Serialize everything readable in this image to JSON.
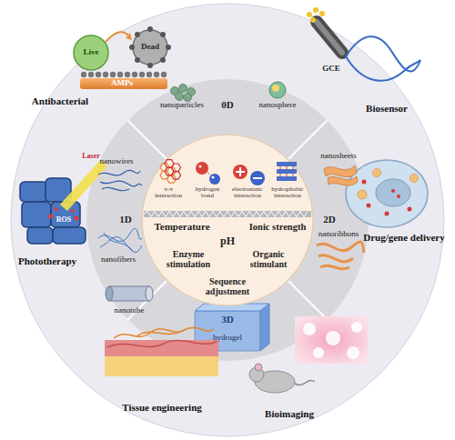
{
  "diagram": {
    "nodes": [
      {
        "text": [
          "π-π interaction",
          "hydrogen bond",
          "electrostatic interaction",
          "hydrophobic interaction",
          "Temperature",
          "pH",
          "Ionic strength",
          "Enzyme stimulation",
          "Organic stimulant",
          "Sequence adjustment"
        ]
      }
    ],
    "labels": [
      "Live",
      "Dead",
      "AMPs",
      "Antibacterial",
      "GCE",
      "Biosensor",
      "Laser",
      "ROS",
      "Phototherapy",
      "0D",
      "nanoparticles",
      "nanosphere",
      "nanowires",
      "1D",
      "nanofibers",
      "nanotube",
      "nanosheets",
      "2D",
      "nanoribbons",
      "3D",
      "hydrogel",
      "Drug/gene delivery",
      "Tissue engineering",
      "Bioimaging"
    ]
  }
}
